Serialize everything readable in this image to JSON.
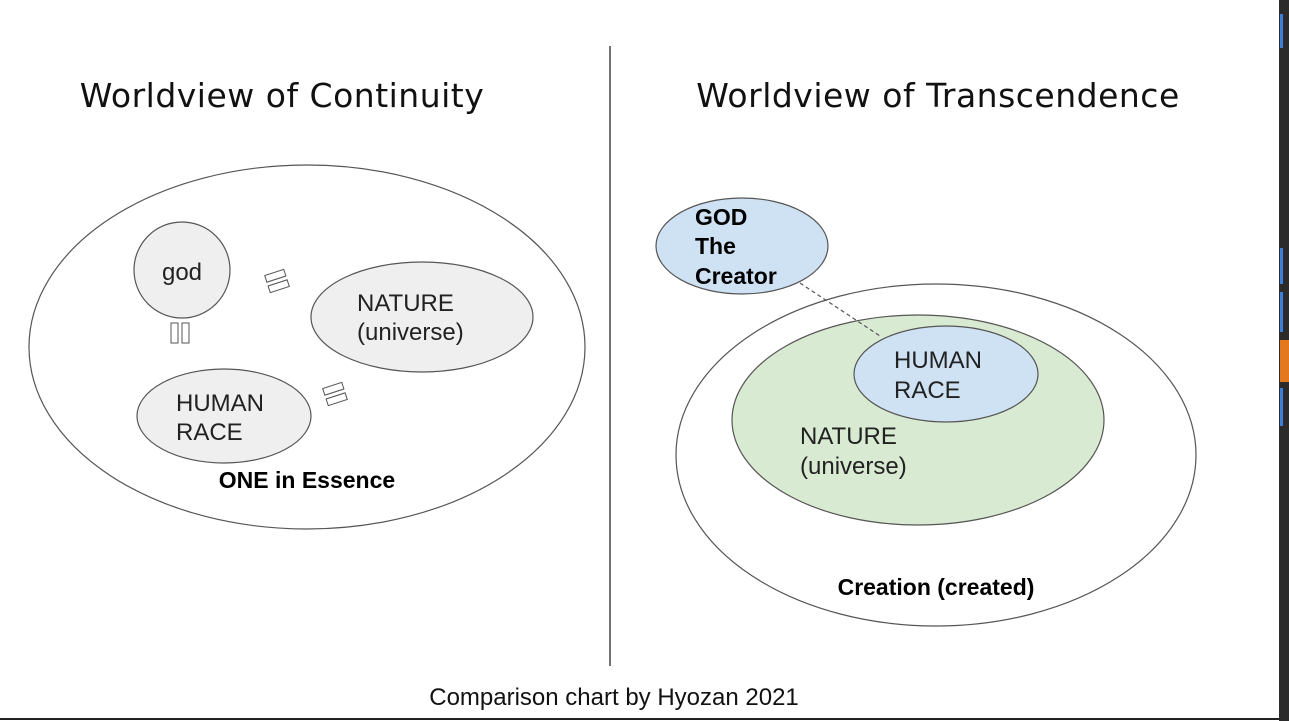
{
  "left_panel": {
    "title": "Worldview of Continuity",
    "god": "god",
    "nature_line1": "NATURE",
    "nature_line2": "(universe)",
    "human_line1": "HUMAN",
    "human_line2": "RACE",
    "essence": "ONE in Essence"
  },
  "right_panel": {
    "title": "Worldview of Transcendence",
    "god_line1": "GOD",
    "god_line2": "The",
    "god_line3": "Creator",
    "human_line1": "HUMAN",
    "human_line2": "RACE",
    "nature_line1": "NATURE",
    "nature_line2": "(universe)",
    "creation": "Creation (created)"
  },
  "caption": "Comparison chart by Hyozan 2021",
  "colors": {
    "grey_fill": "#efefef",
    "blue_fill": "#cfe2f3",
    "green_fill": "#d9ead3",
    "stroke": "#555555",
    "divider": "#444444"
  }
}
